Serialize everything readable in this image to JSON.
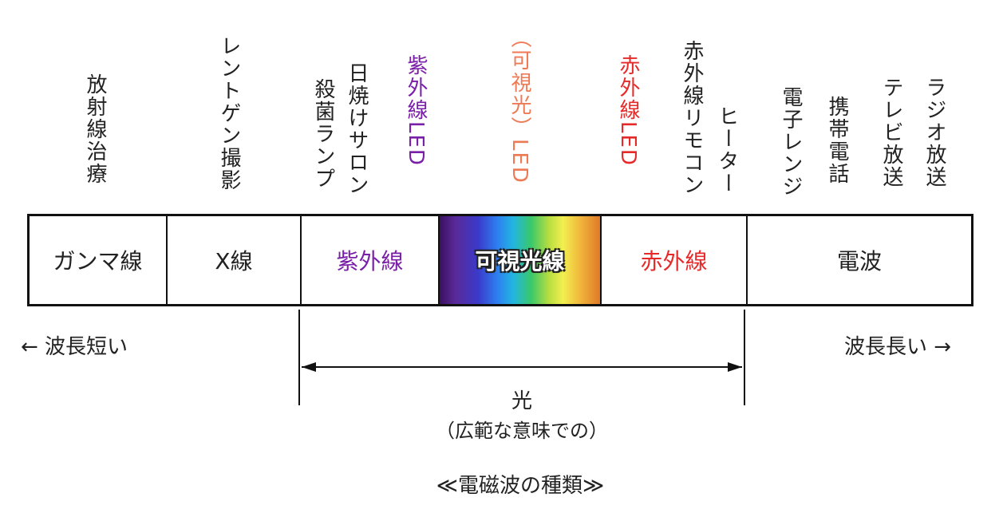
{
  "colors": {
    "purple": "#7a1fa8",
    "orange": "#ee7a55",
    "red": "#e62a2a",
    "dark": "#222222"
  },
  "top_labels": {
    "radiation_therapy": "放射線治療",
    "xray_imaging": "レントゲン撮影",
    "germicidal_lamp": "殺菌ランプ",
    "tanning_salon": "日焼けサロン",
    "uv_led": "紫外線LED",
    "visible_led": "（可視光）LED",
    "ir_led": "赤外線LED",
    "ir_remote": "赤外線リモコン",
    "heater": "ヒーター",
    "microwave": "電子レンジ",
    "mobile_phone": "携帯電話",
    "tv_broadcast": "テレビ放送",
    "radio_broadcast": "ラジオ放送"
  },
  "bands": [
    {
      "label": "ガンマ線"
    },
    {
      "label": "X線"
    },
    {
      "label": "紫外線"
    },
    {
      "label": "可視光線"
    },
    {
      "label": "赤外線"
    },
    {
      "label": "電波"
    }
  ],
  "wavelength": {
    "short": "← 波長短い",
    "long": "波長長い →"
  },
  "light_span": {
    "title": "光",
    "subtitle": "（広範な意味での）"
  },
  "caption": "≪電磁波の種類≫"
}
